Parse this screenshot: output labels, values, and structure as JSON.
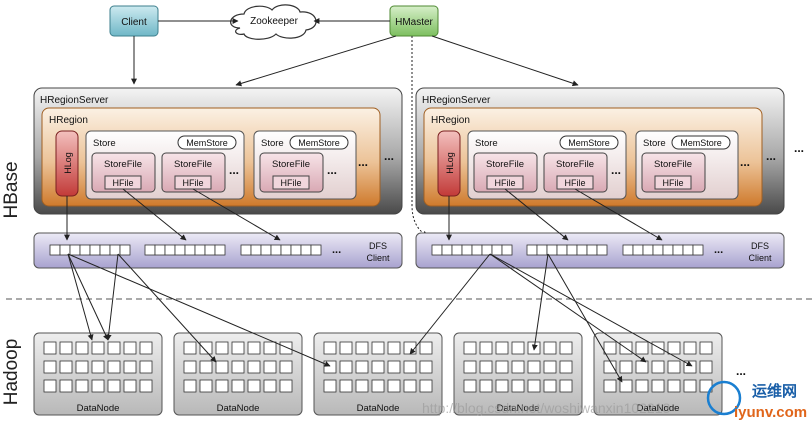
{
  "nodes": {
    "client": "Client",
    "zookeeper": "Zookeeper",
    "hmaster": "HMaster"
  },
  "sections": {
    "hbase": "HBase",
    "hadoop": "Hadoop"
  },
  "region_server": {
    "title": "HRegionServer",
    "region": "HRegion",
    "hlog": "HLog",
    "store": "Store",
    "memstore": "MemStore",
    "storefile": "StoreFile",
    "hfile": "HFile",
    "ellipsis": "..."
  },
  "dfs_client": {
    "line1": "DFS",
    "line2": "Client"
  },
  "datanode": "DataNode",
  "watermark": {
    "url": "http://blog.csdn.net/woshiwanxin102213",
    "logo_line1": "运维网",
    "logo_line2": "iyunv.com"
  },
  "colors": {
    "client_fill": "#8ec9d6",
    "hmaster_fill": "#9fd28a",
    "server_outer": "#5f5f5f",
    "region_fill": "#d9893c",
    "hlog_fill": "#c8403f",
    "dfs_fill": "#b9b4d8",
    "datanode_fill": "#d2d2d2"
  }
}
